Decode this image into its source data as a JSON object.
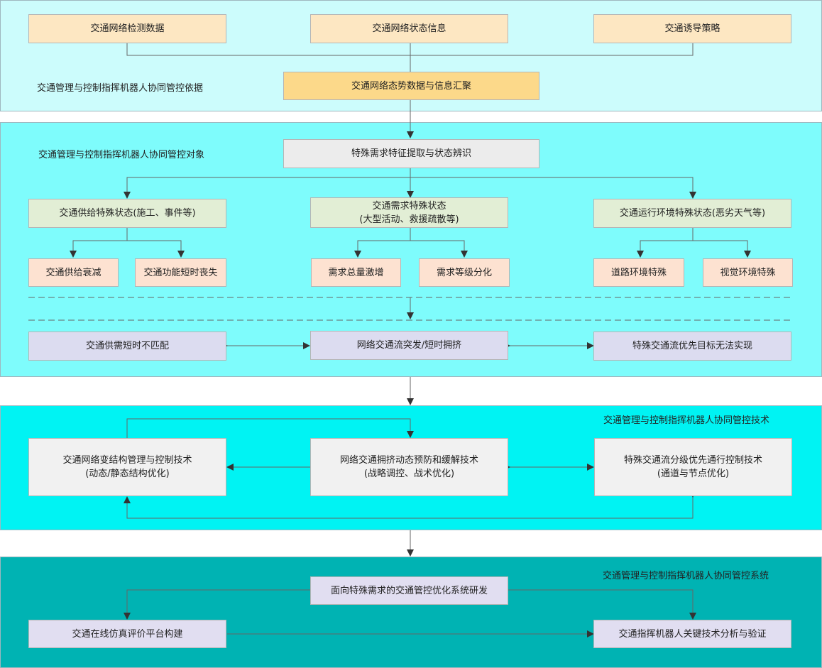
{
  "bands": {
    "basis": "交通管理与控制指挥机器人协同管控依据",
    "object": "交通管理与控制指挥机器人协同管控对象",
    "tech": "交通管理与控制指挥机器人协同管控技术",
    "system": "交通管理与控制指挥机器人协同管控系统"
  },
  "inputs": [
    "交通网络检测数据",
    "交通网络状态信息",
    "交通诱导策略"
  ],
  "aggregation": "交通网络态势数据与信息汇聚",
  "extraction": "特殊需求特征提取与状态辨识",
  "states": [
    {
      "line1": "交通供给特殊状态(施工、事件等)",
      "line2": ""
    },
    {
      "line1": "交通需求特殊状态",
      "line2": "(大型活动、救援疏散等)"
    },
    {
      "line1": "交通运行环境特殊状态(恶劣天气等)",
      "line2": ""
    }
  ],
  "substates": [
    "交通供给衰减",
    "交通功能短时丧失",
    "需求总量激增",
    "需求等级分化",
    "道路环境特殊",
    "视觉环境特殊"
  ],
  "problems": [
    "交通供需短时不匹配",
    "网络交通流突发/短时拥挤",
    "特殊交通流优先目标无法实现"
  ],
  "techs": [
    {
      "line1": "交通网络变结构管理与控制技术",
      "line2": "(动态/静态结构优化)"
    },
    {
      "line1": "网络交通拥挤动态预防和缓解技术",
      "line2": "(战略调控、战术优化)"
    },
    {
      "line1": "特殊交通流分级优先通行控制技术",
      "line2": "(通道与节点优化)"
    }
  ],
  "system_main": "面向特殊需求的交通管控优化系统研发",
  "system_items": [
    "交通在线仿真评价平台构建",
    "交通指挥机器人关键技术分析与验证"
  ],
  "colors": {
    "band1": "#ccfcfc",
    "band2": "#7efcfc",
    "band3": "#00f3f3",
    "band4": "#00b3b3"
  }
}
